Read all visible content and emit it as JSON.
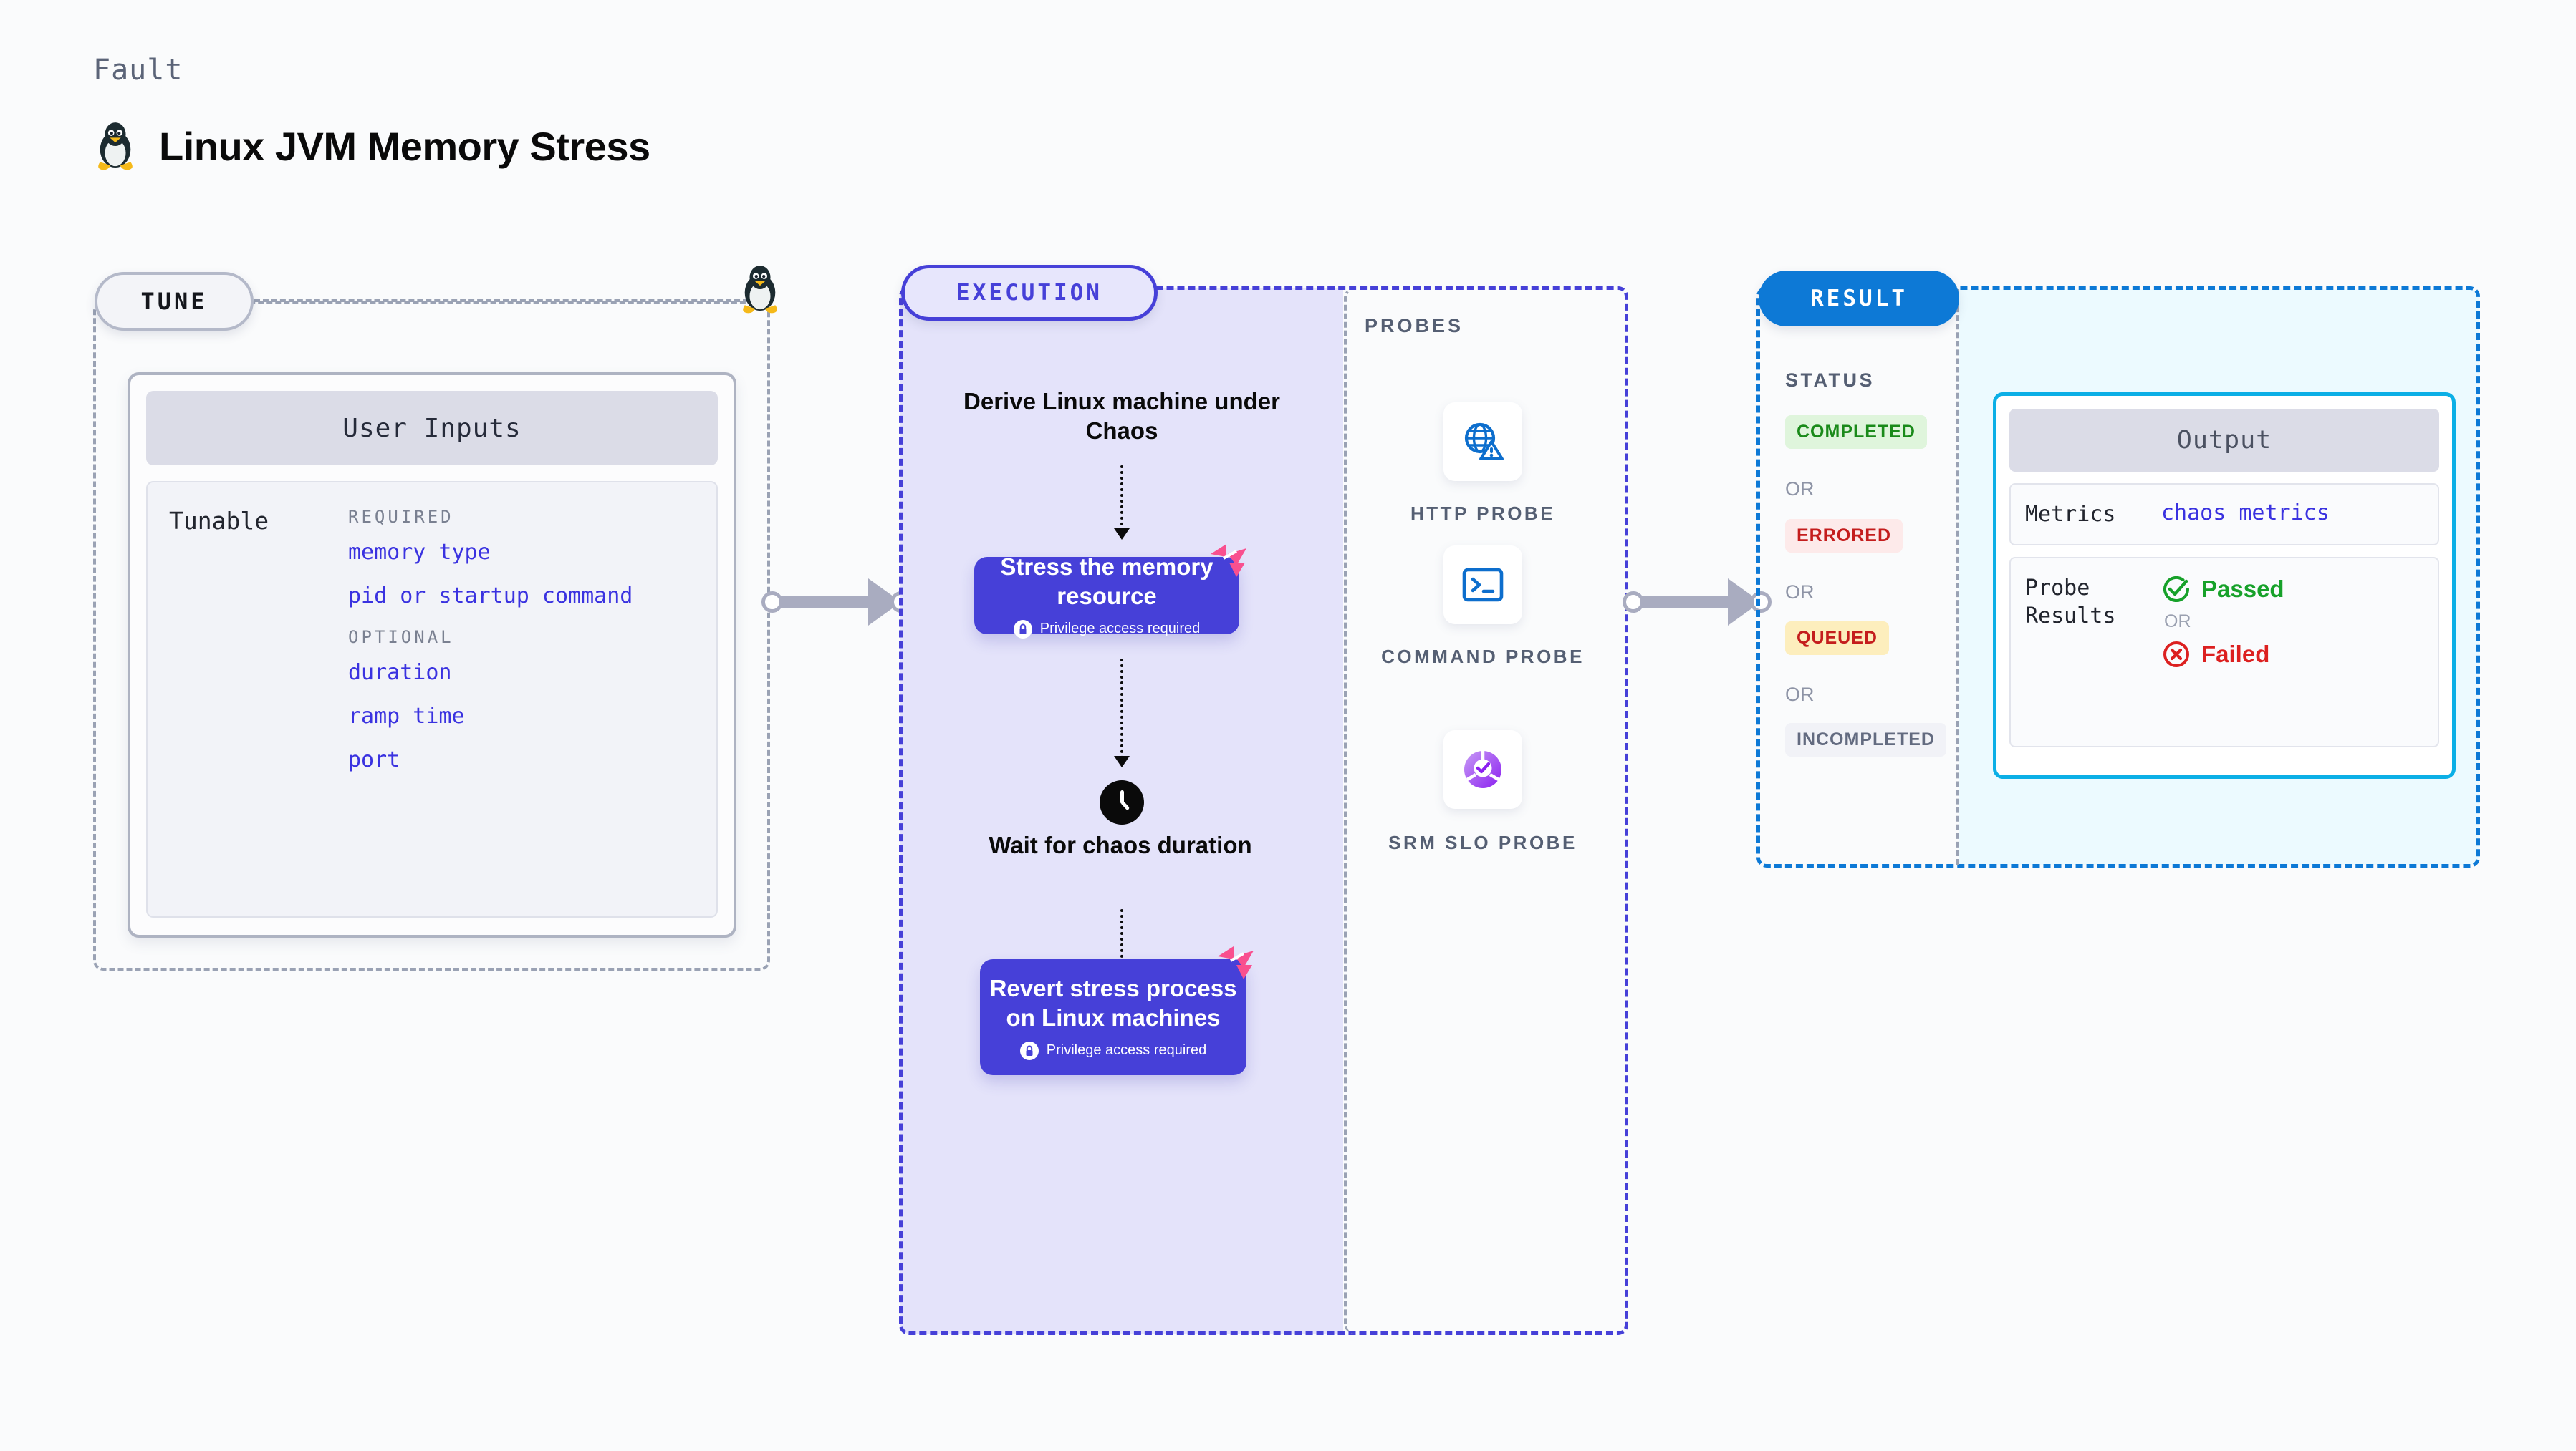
{
  "header": {
    "kicker": "Fault",
    "title": "Linux JVM Memory Stress",
    "icon": "tux-penguin-icon"
  },
  "tune": {
    "pill_label": "TUNE",
    "card_header": "User Inputs",
    "tunable_label": "Tunable",
    "groups": [
      {
        "title": "REQUIRED",
        "items": [
          "memory type",
          "pid or startup command"
        ]
      },
      {
        "title": "OPTIONAL",
        "items": [
          "duration",
          "ramp time",
          "port"
        ]
      }
    ]
  },
  "execution": {
    "pill_label": "EXECUTION",
    "step_derive": "Derive Linux machine under Chaos",
    "card_stress": {
      "title": "Stress the memory resource",
      "privilege": "Privilege access required"
    },
    "step_wait": "Wait for chaos duration",
    "card_revert": {
      "title": "Revert stress process on Linux machines",
      "privilege": "Privilege access required"
    }
  },
  "probes": {
    "label": "PROBES",
    "items": [
      {
        "name": "HTTP PROBE",
        "icon": "globe-warning-icon"
      },
      {
        "name": "COMMAND PROBE",
        "icon": "terminal-icon"
      },
      {
        "name": "SRM SLO PROBE",
        "icon": "slo-donut-check-icon"
      }
    ]
  },
  "result": {
    "pill_label": "RESULT",
    "status_label": "STATUS",
    "or_label": "OR",
    "statuses": [
      {
        "label": "COMPLETED",
        "text_color": "#1a8a1a",
        "bg_color": "#dff5dc"
      },
      {
        "label": "ERRORED",
        "text_color": "#c41d1d",
        "bg_color": "#fdeaea"
      },
      {
        "label": "QUEUED",
        "text_color": "#c41d1d",
        "bg_color": "#fdeebd"
      },
      {
        "label": "INCOMPLETED",
        "text_color": "#636b80",
        "bg_color": "#f1f2f7"
      }
    ],
    "output": {
      "header": "Output",
      "metrics_key": "Metrics",
      "metrics_value": "chaos metrics",
      "probe_results_key": "Probe Results",
      "passed_label": "Passed",
      "or_label": "OR",
      "failed_label": "Failed"
    }
  },
  "colors": {
    "indigo": "#4640d8",
    "blue": "#0d79d6",
    "cyan": "#0bafe6",
    "gray_dash": "#9aa2b4",
    "pink": "#f9508f"
  }
}
